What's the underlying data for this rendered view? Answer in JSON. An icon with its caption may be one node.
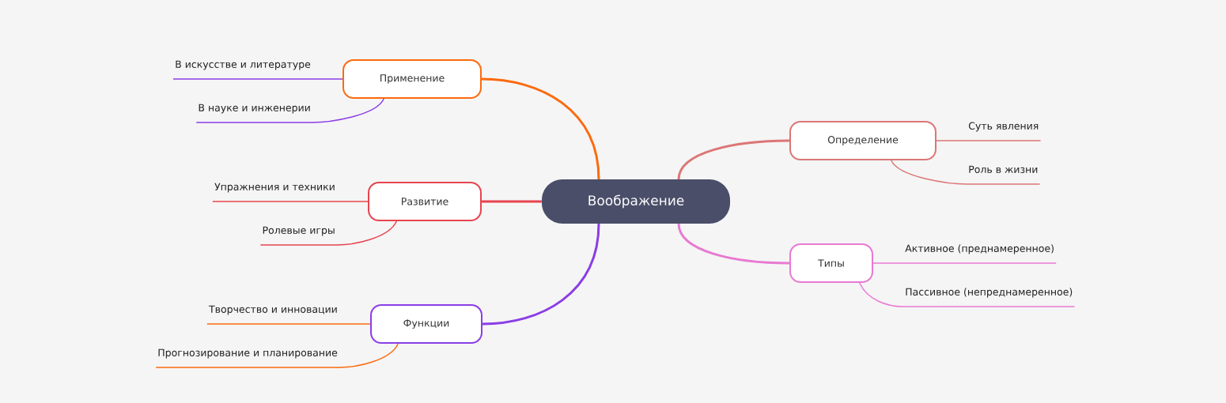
{
  "diagram": {
    "nodes": [
      {
        "text": [
          "Воображение"
        ]
      },
      {
        "text": [
          "Применение"
        ]
      },
      {
        "text": [
          "Развитие"
        ]
      },
      {
        "text": [
          "Функции"
        ]
      },
      {
        "text": [
          "Определение"
        ]
      },
      {
        "text": [
          "Типы"
        ]
      },
      {
        "text": [
          "В искусстве и литературе"
        ]
      },
      {
        "text": [
          "В науке и инженерии"
        ]
      },
      {
        "text": [
          "Упражнения и техники"
        ]
      },
      {
        "text": [
          "Ролевые игры"
        ]
      },
      {
        "text": [
          "Творчество и инновации"
        ]
      },
      {
        "text": [
          "Прогнозирование и планирование"
        ]
      },
      {
        "text": [
          "Суть явления"
        ]
      },
      {
        "text": [
          "Роль в жизни"
        ]
      },
      {
        "text": [
          "Активное (преднамеренное)"
        ]
      },
      {
        "text": [
          "Пассивное (непреднамеренное)"
        ]
      }
    ],
    "edges": [
      {
        "from": 0,
        "to": 1,
        "arrow": "none",
        "color": "#fd6a0e"
      },
      {
        "from": 0,
        "to": 2,
        "arrow": "none",
        "color": "#e8434f"
      },
      {
        "from": 0,
        "to": 3,
        "arrow": "none",
        "color": "#8b3de6"
      },
      {
        "from": 0,
        "to": 4,
        "arrow": "none",
        "color": "#dc7676"
      },
      {
        "from": 0,
        "to": 5,
        "arrow": "none",
        "color": "#e879d2"
      },
      {
        "from": 1,
        "to": 6,
        "arrow": "none",
        "color": "#8b3de6"
      },
      {
        "from": 1,
        "to": 7,
        "arrow": "none",
        "color": "#8b3de6"
      },
      {
        "from": 2,
        "to": 8,
        "arrow": "none",
        "color": "#e8434f"
      },
      {
        "from": 2,
        "to": 9,
        "arrow": "none",
        "color": "#e8434f"
      },
      {
        "from": 3,
        "to": 10,
        "arrow": "none",
        "color": "#fd6a0e"
      },
      {
        "from": 3,
        "to": 11,
        "arrow": "none",
        "color": "#fd6a0e"
      },
      {
        "from": 4,
        "to": 12,
        "arrow": "none",
        "color": "#dc7676"
      },
      {
        "from": 4,
        "to": 13,
        "arrow": "none",
        "color": "#dc7676"
      },
      {
        "from": 5,
        "to": 14,
        "arrow": "none",
        "color": "#e879d2"
      },
      {
        "from": 5,
        "to": 15,
        "arrow": "none",
        "color": "#e879d2"
      }
    ]
  }
}
